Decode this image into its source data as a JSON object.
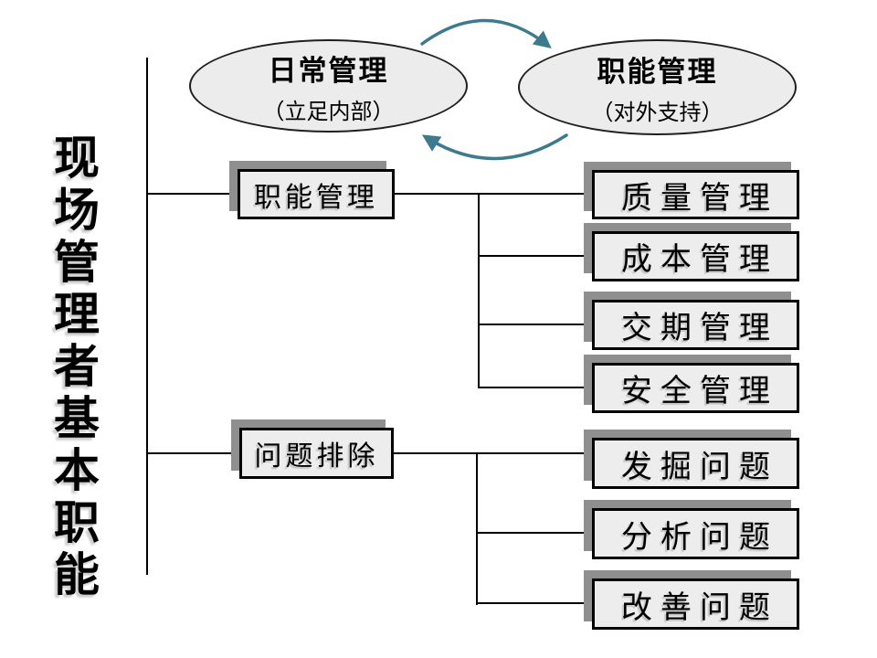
{
  "title": {
    "text": "现场管理者基本职能"
  },
  "cycle": {
    "left": {
      "title": "日常管理",
      "subtitle": "（立足内部）"
    },
    "right": {
      "title": "职能管理",
      "subtitle": "（对外支持）"
    }
  },
  "tree": {
    "branches": [
      {
        "label": "职能管理",
        "children": [
          "质量管理",
          "成本管理",
          "交期管理",
          "安全管理"
        ]
      },
      {
        "label": "问题排除",
        "children": [
          "发掘问题",
          "分析问题",
          "改善问题"
        ]
      }
    ]
  },
  "icons": {
    "top_arrow": "cycle-arrow-top-icon",
    "bottom_arrow": "cycle-arrow-bottom-icon"
  },
  "colors": {
    "arrow_teal": "#3e7a8e",
    "node_fill": "#ededed",
    "node_border": "#000000",
    "node_shadow": "#8f8f8f",
    "ellipse_fill": "#ececec",
    "background": "#ffffff",
    "text": "#000000"
  }
}
